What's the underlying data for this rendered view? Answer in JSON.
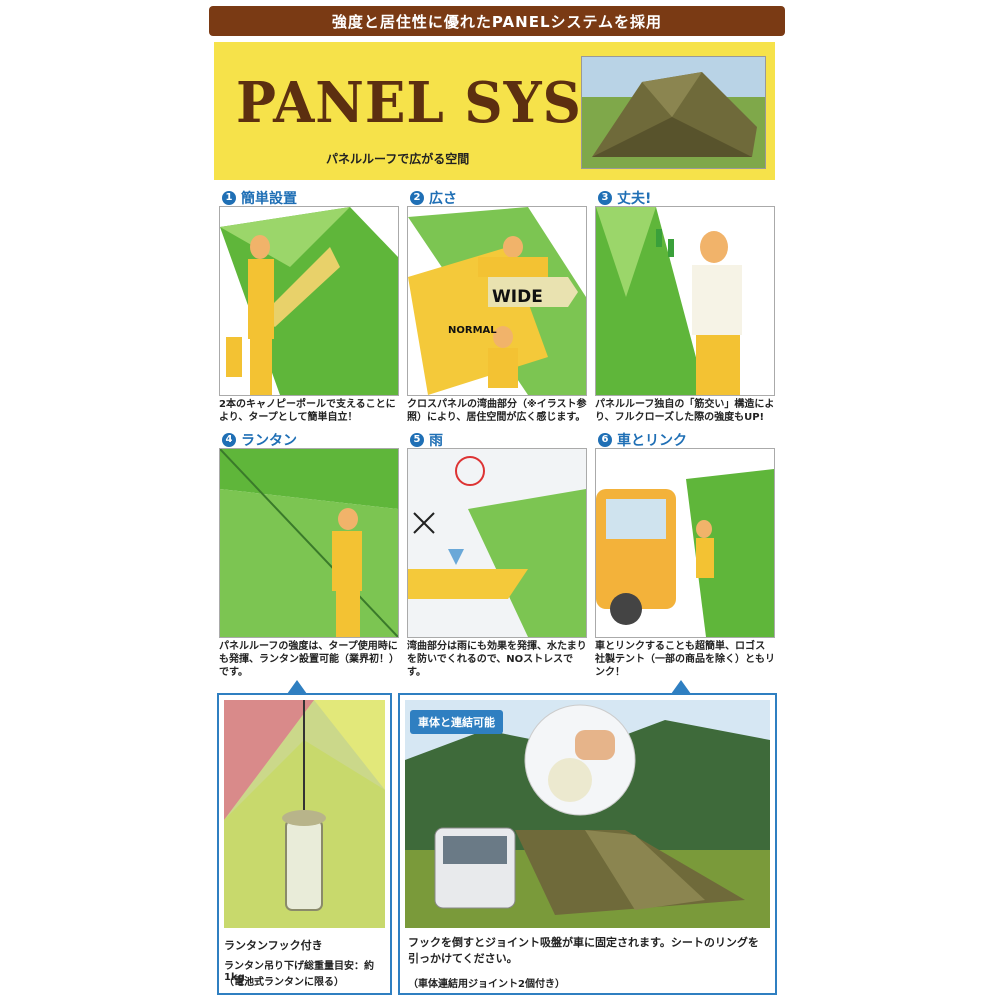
{
  "header": {
    "title": "強度と居住性に優れたPANELシステムを採用"
  },
  "hero": {
    "title": "PANEL SYSTEM",
    "subtitle": "パネルルーフで広がる空間"
  },
  "features": [
    {
      "num": "1",
      "title": "簡単設置",
      "text": "2本のキャノピーポールで支えることにより、タープとして簡単自立！"
    },
    {
      "num": "2",
      "title": "広さ",
      "text": "クロスパネルの湾曲部分（※イラスト参照）により、居住空間が広く感じます。",
      "labels": [
        "WIDE",
        "NORMAL"
      ]
    },
    {
      "num": "3",
      "title": "丈夫!",
      "text": "パネルルーフ独自の「筋交い」構造により、フルクローズした際の強度もUP!"
    },
    {
      "num": "4",
      "title": "ランタン",
      "text": "パネルルーフの強度は、タープ使用時にも発揮、ランタン設置可能（業界初！）です。"
    },
    {
      "num": "5",
      "title": "雨",
      "text": "湾曲部分は雨にも効果を発揮、水たまりを防いでくれるので、NOストレスです。"
    },
    {
      "num": "6",
      "title": "車とリンク",
      "text": "車とリンクすることも超簡単、ロゴス社製テント（一部の商品を除く）ともリンク！"
    }
  ],
  "lantern_box": {
    "caption": "ランタンフック付き",
    "note1": "ランタン吊り下げ総重量目安：約1kg",
    "note2": "（電池式ランタンに限る）"
  },
  "car_box": {
    "badge": "車体と連結可能",
    "caption": "フックを倒すとジョイント吸盤が車に固定されます。シートのリングを引っかけてください。",
    "note": "（車体連結用ジョイント2個付き）"
  },
  "colors": {
    "header": "#7a3a14",
    "hero_bg": "#f6e24a",
    "accent_blue": "#1f6fb5",
    "tent_green": "#5fb63a"
  }
}
